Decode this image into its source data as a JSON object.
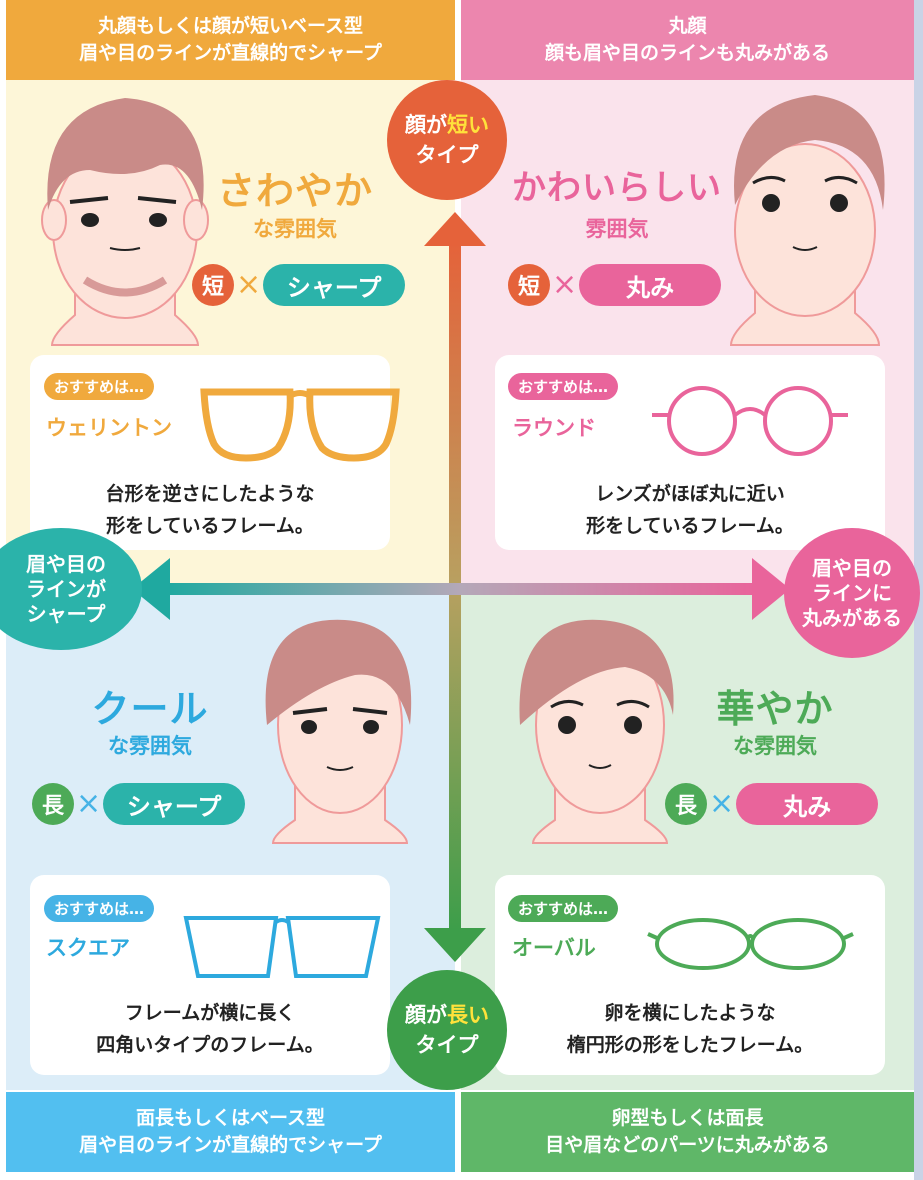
{
  "headers": {
    "top_left": [
      "丸顔もしくは顔が短いベース型",
      "眉や目のラインが直線的でシャープ"
    ],
    "top_right": [
      "丸顔",
      "顔も眉や目のラインも丸みがある"
    ],
    "bottom_left": [
      "面長もしくはベース型",
      "眉や目のラインが直線的でシャープ"
    ],
    "bottom_right": [
      "卵型もしくは面長",
      "目や眉などのパーツに丸みがある"
    ]
  },
  "axes": {
    "top": {
      "prefix": "顔が",
      "key": "短い",
      "suffix": "タイプ"
    },
    "bottom": {
      "prefix": "顔が",
      "key": "長い",
      "suffix": "タイプ"
    },
    "left": [
      "眉や目の",
      "ラインが",
      "シャープ"
    ],
    "right": [
      "眉や目の",
      "ラインに",
      "丸みがある"
    ]
  },
  "quadrants": {
    "top_left": {
      "mood": "さわやか",
      "mood_sub": "な雰囲気",
      "length": "短",
      "line": "シャープ",
      "recommend": "おすすめは…",
      "frame": "ウェリントン",
      "desc": [
        "台形を逆さにしたような",
        "形をしているフレーム。"
      ]
    },
    "top_right": {
      "mood": "かわいらしい",
      "mood_sub": "雰囲気",
      "length": "短",
      "line": "丸み",
      "recommend": "おすすめは…",
      "frame": "ラウンド",
      "desc": [
        "レンズがほぼ丸に近い",
        "形をしているフレーム。"
      ]
    },
    "bottom_left": {
      "mood": "クール",
      "mood_sub": "な雰囲気",
      "length": "長",
      "line": "シャープ",
      "recommend": "おすすめは…",
      "frame": "スクエア",
      "desc": [
        "フレームが横に長く",
        "四角いタイプのフレーム。"
      ]
    },
    "bottom_right": {
      "mood": "華やか",
      "mood_sub": "な雰囲気",
      "length": "長",
      "line": "丸み",
      "recommend": "おすすめは…",
      "frame": "オーバル",
      "desc": [
        "卵を横にしたような",
        "楕円形の形をしたフレーム。"
      ]
    }
  },
  "times_symbol": "×",
  "colors": {
    "orange": "#f0a93d",
    "pink": "#e9649b",
    "teal": "#2bb3aa",
    "green": "#4daa57",
    "blue": "#46b3e6",
    "short_red": "#e5623a",
    "bg_tl": "#fdf6d8",
    "bg_tr": "#fae3ec",
    "bg_bl": "#dcedf8",
    "bg_br": "#dceedd"
  }
}
